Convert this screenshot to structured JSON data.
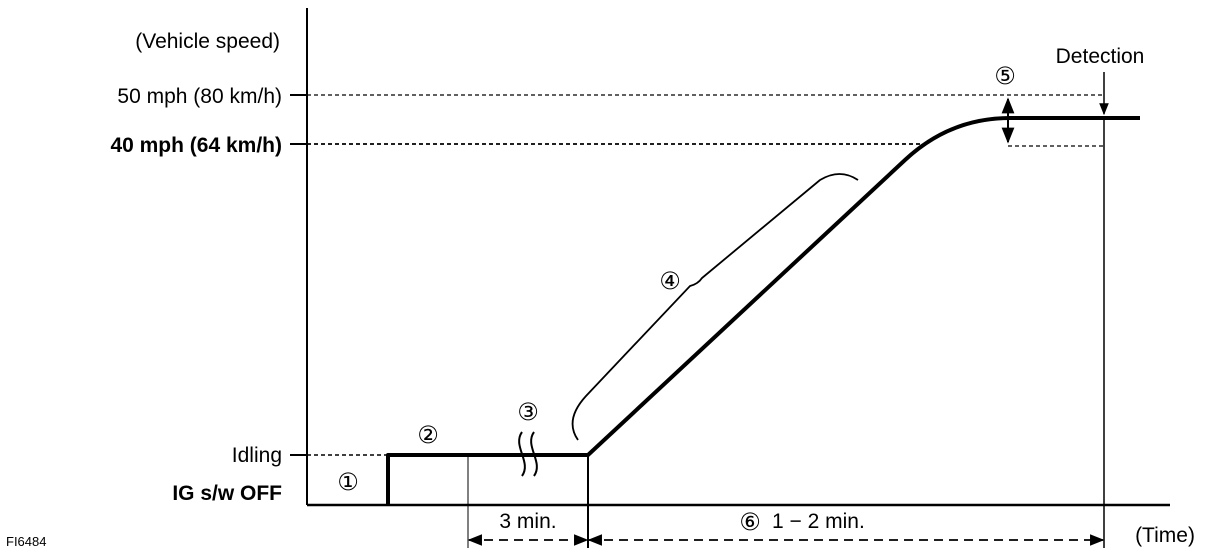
{
  "y_axis": {
    "title": "(Vehicle speed)",
    "levels": {
      "high": "50 mph (80 km/h)",
      "mid": "40 mph (64 km/h)",
      "idling": "Idling",
      "off": "IG s/w OFF"
    }
  },
  "x_axis": {
    "label": "(Time)"
  },
  "detection_label": "Detection",
  "figure_id": "FI6484",
  "steps": {
    "s1": "①",
    "s2": "②",
    "s3": "③",
    "s4": "④",
    "s5": "⑤",
    "s6": "⑥"
  },
  "durations": {
    "idle": "3 min.",
    "drive": "1 − 2 min."
  }
}
